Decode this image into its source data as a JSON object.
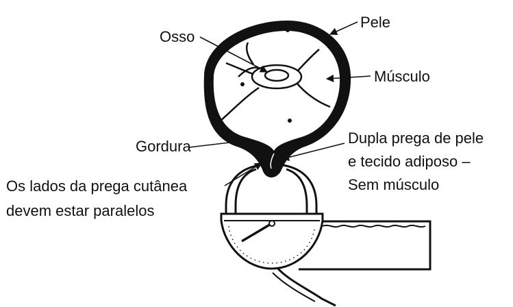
{
  "labels": {
    "osso": "Osso",
    "pele": "Pele",
    "musculo": "Músculo",
    "gordura": "Gordura",
    "dupla_prega": [
      "Dupla prega de pele",
      "e tecido adiposo –",
      "Sem músculo"
    ],
    "lados": [
      "Os lados da prega cutânea",
      "devem estar paralelos"
    ]
  },
  "colors": {
    "ink": "#111111",
    "background": "#ffffff"
  }
}
